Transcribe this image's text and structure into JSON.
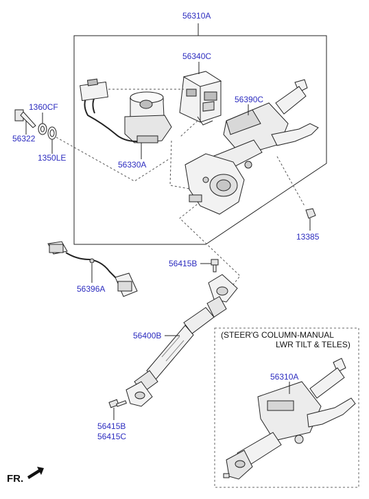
{
  "colors": {
    "label": "#2b2bbf",
    "line": "#222222",
    "dashed": "#555555",
    "part_fill": "#f2f2f2",
    "part_shade": "#bdbdbd"
  },
  "labels": {
    "l56310A_top": "56310A",
    "l56340C": "56340C",
    "l56390C": "56390C",
    "l1360CF": "1360CF",
    "l56322": "56322",
    "l1350LE": "1350LE",
    "l56330A": "56330A",
    "l13385": "13385",
    "l56396A": "56396A",
    "l56415B_top": "56415B",
    "l56400B": "56400B",
    "l56415B_bot": "56415B",
    "l56415C": "56415C",
    "l56310A_inset": "56310A"
  },
  "inset": {
    "line1": "(STEER'G COLUMN-MANUAL",
    "line2": "LWR TILT & TELES)"
  },
  "front_indicator": "FR.",
  "icons": {
    "front_arrow": "front-arrow-icon"
  }
}
